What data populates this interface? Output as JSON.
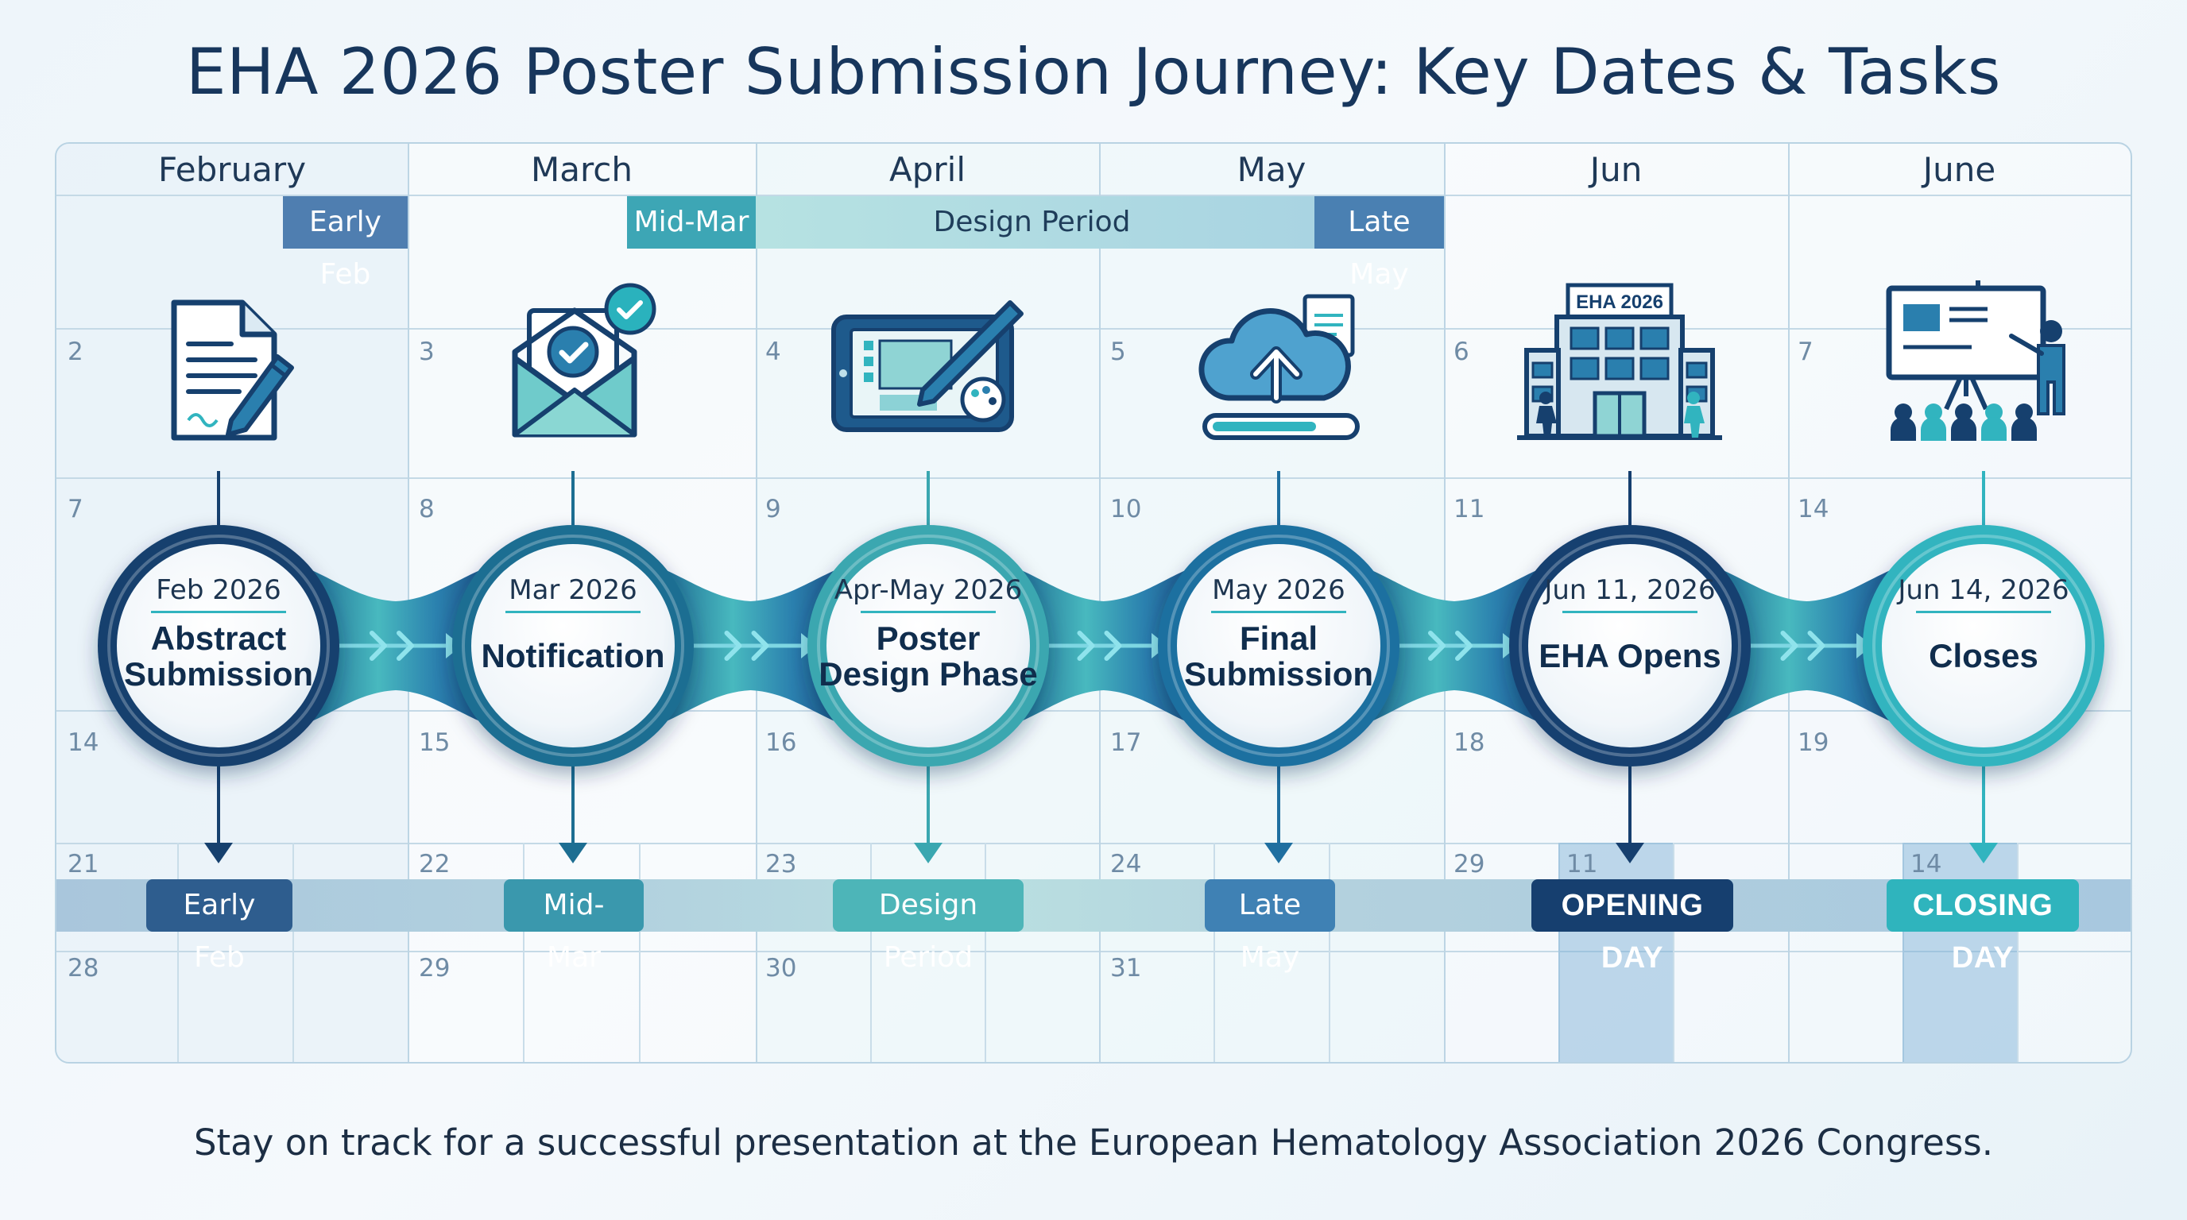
{
  "title": "EHA 2026 Poster Submission Journey: Key Dates & Tasks",
  "footer": "Stay on track for a successful presentation at the European Hematology Association 2026 Congress.",
  "calendar": {
    "months": [
      "February",
      "March",
      "April",
      "May",
      "Jun",
      "June"
    ],
    "top_band": {
      "early_feb": "Early Feb",
      "mid_mar": "Mid-Mar",
      "design_period": "Design Period",
      "late_may": "Late May"
    },
    "day_numbers": {
      "february": [
        "2",
        "7",
        "14",
        "21",
        "28"
      ],
      "march": [
        "3",
        "8",
        "15",
        "22",
        "29"
      ],
      "april": [
        "4",
        "9",
        "16",
        "23",
        "30"
      ],
      "may": [
        "5",
        "10",
        "17",
        "24",
        "31"
      ],
      "jun": [
        "6",
        "11",
        "18",
        "29",
        "11"
      ],
      "june": [
        "7",
        "14",
        "19",
        "14"
      ]
    }
  },
  "milestones": [
    {
      "date": "Feb 2026",
      "name": "Abstract Submission",
      "icon": "document-pen-icon",
      "pill": "Early Feb",
      "color": "#16406e"
    },
    {
      "date": "Mar 2026",
      "name": "Notification",
      "icon": "envelope-check-icon",
      "pill": "Mid-Mar",
      "color": "#1d6e92"
    },
    {
      "date": "Apr-May 2026",
      "name": "Poster Design Phase",
      "icon": "tablet-design-icon",
      "pill": "Design Period",
      "color": "#3aa7b0"
    },
    {
      "date": "May 2026",
      "name": "Final Submission",
      "icon": "cloud-upload-icon",
      "pill": "Late May",
      "color": "#1f6fa0"
    },
    {
      "date": "Jun 11, 2026",
      "name": "EHA Opens",
      "icon": "congress-building-icon",
      "pill": "OPENING DAY",
      "color": "#163f6f"
    },
    {
      "date": "Jun 14, 2026",
      "name": "Closes",
      "icon": "presentation-audience-icon",
      "pill": "CLOSING DAY",
      "color": "#31b4bf"
    }
  ],
  "building_sign": "EHA 2026",
  "colors": {
    "navy": "#16406e",
    "teal": "#31b4bf",
    "blue": "#1f6fa0",
    "band_blue": "#4f7eb0",
    "band_teal": "#3da6b5",
    "grid": "#bdd5e4"
  }
}
